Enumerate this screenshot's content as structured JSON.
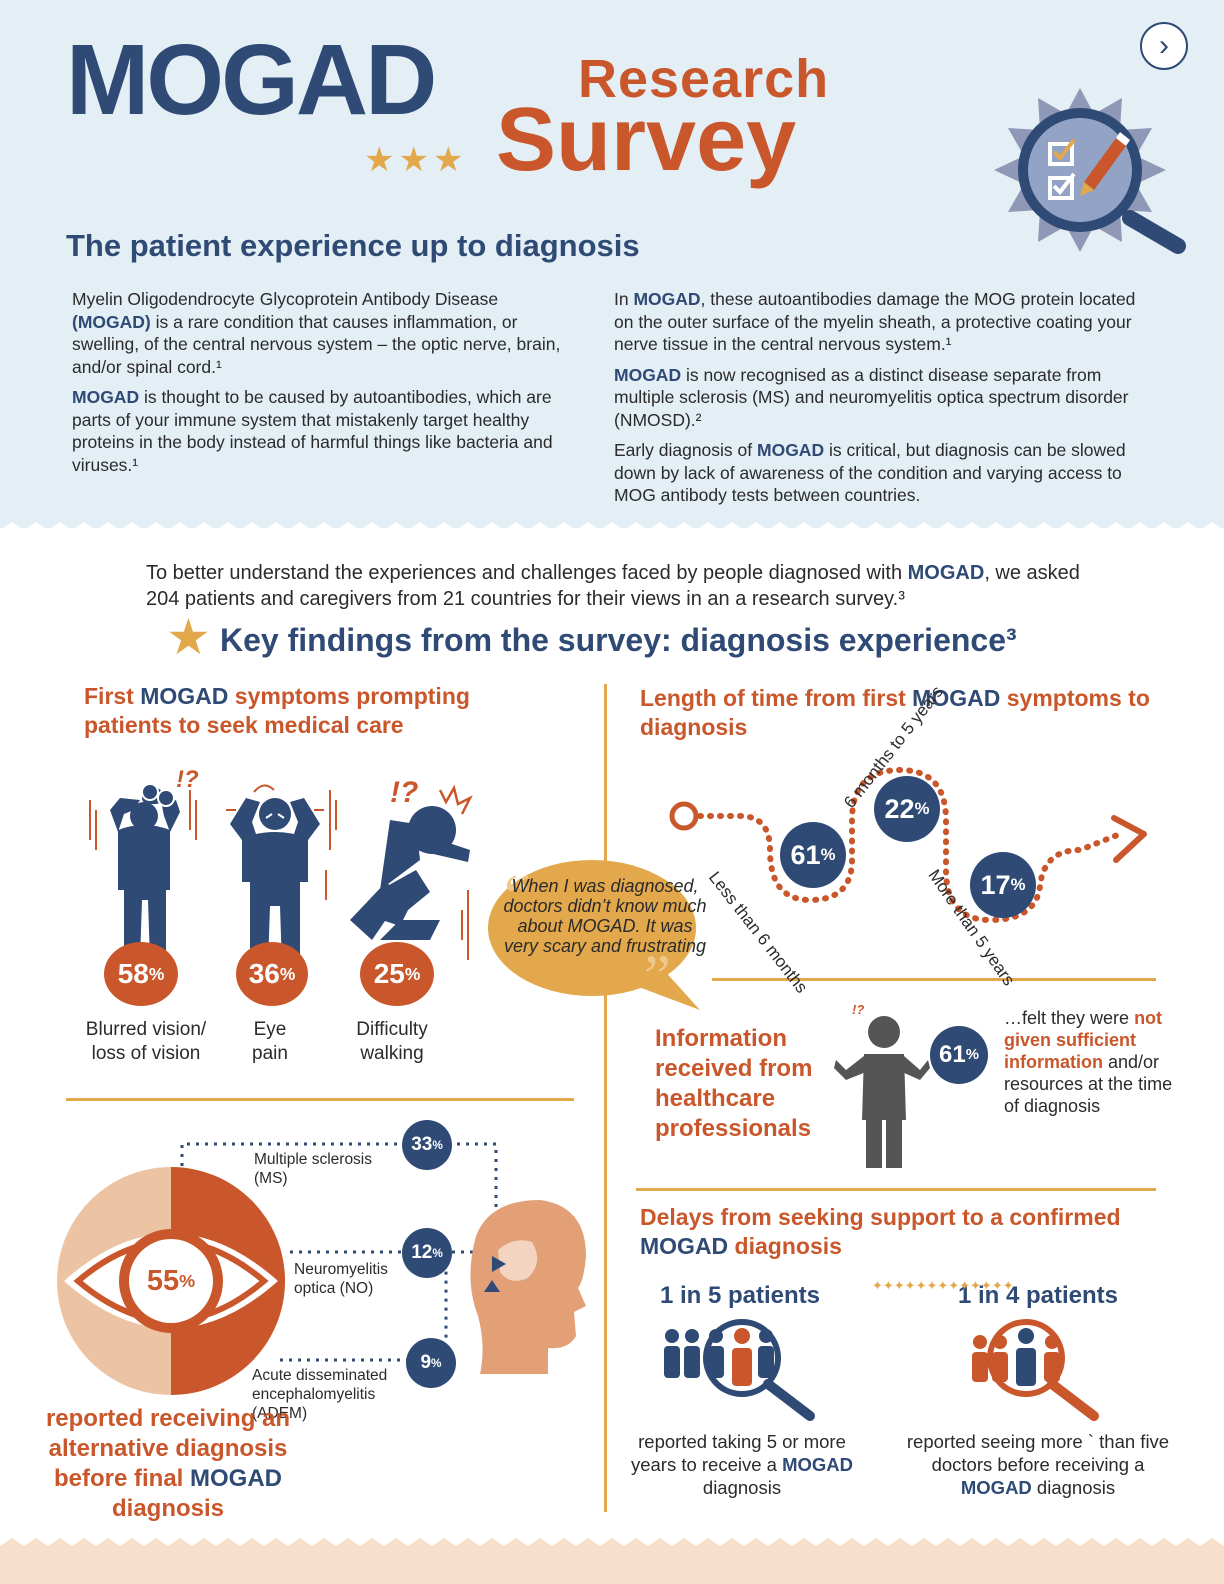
{
  "header": {
    "title_main": "MOGAD",
    "title_research": "Research",
    "title_survey": "Survey",
    "stars": "★★★",
    "next_arrow": "›",
    "subtitle": "The patient experience up to diagnosis"
  },
  "intro": {
    "left": {
      "p1_b": "(MOGAD)",
      "p1_pre": "Myelin Oligodendrocyte Glycoprotein Antibody Disease ",
      "p1_post": " is a rare condition that causes inflammation, or swelling, of the central nervous system – the optic nerve, brain, and/or spinal cord.¹",
      "p2_b": "MOGAD",
      "p2_post": " is thought to be caused by autoantibodies, which are parts of your immune system that mistakenly target healthy proteins in the body instead of harmful things like bacteria and viruses.¹"
    },
    "right": {
      "p1_pre": "In ",
      "p1_b": "MOGAD",
      "p1_post": ", these autoantibodies damage the MOG protein located  on the outer surface of the myelin sheath, a protective coating your nerve tissue in the central nervous system.¹",
      "p2_b": "MOGAD",
      "p2_post": " is now recognised as a distinct disease separate from multiple sclerosis (MS) and neuromyelitis optica spectrum disorder (NMOSD).²",
      "p3_pre": "Early diagnosis of ",
      "p3_b": "MOGAD",
      "p3_post": " is critical, but diagnosis can be slowed down by lack of awareness of the condition and varying access to MOG antibody tests between countries."
    }
  },
  "survey_lead": {
    "pre": "To better understand the experiences and challenges faced by people diagnosed with ",
    "b": "MOGAD",
    "post": ", we asked 204 patients and caregivers from 21 countries for their views in an a research survey.³"
  },
  "key_findings": {
    "star": "★",
    "title": "Key findings from the survey: diagnosis experience³"
  },
  "symptoms": {
    "heading_a": "First ",
    "heading_b": "MOGAD",
    "heading_c": " symptoms prompting patients to seek medical care",
    "items": [
      {
        "value": "58",
        "label_1": "Blurred vision/",
        "label_2": "loss of vision"
      },
      {
        "value": "36",
        "label_1": "Eye",
        "label_2": "pain"
      },
      {
        "value": "25",
        "label_1": "Difficulty",
        "label_2": "walking"
      }
    ],
    "exclaim": "!?"
  },
  "quote": {
    "text": "When I was diagnosed, doctors didn’t know much about MOGAD. It was very scary and frustrating"
  },
  "timeline": {
    "heading_a": "Length of time from first ",
    "heading_b": "MOGAD",
    "heading_c": " symptoms to diagnosis",
    "segments": [
      {
        "value": "61",
        "label": "Less than 6 months"
      },
      {
        "value": "22",
        "label": "6 months to 5 years"
      },
      {
        "value": "17",
        "label": "More than 5 years"
      }
    ]
  },
  "information": {
    "heading": "Information received from healthcare professionals",
    "value": "61",
    "text_pre": "…felt they were ",
    "text_b": "not given sufficient information",
    "text_post": " and/or resources at the time of diagnosis",
    "exclaim": "!?"
  },
  "alternative": {
    "value": "55",
    "text_a": "reported receiving an alternative diagnosis before final ",
    "text_b": "MOGAD",
    "text_c": " diagnosis",
    "diagnoses": [
      {
        "value": "33",
        "name": "Multiple sclerosis (MS)"
      },
      {
        "value": "12",
        "name": "Neuromyelitis optica (NO)"
      },
      {
        "value": "9",
        "name": "Acute disseminated encephalomyelitis (ADEM)"
      }
    ]
  },
  "delays": {
    "heading_a": "Delays from seeking support to a confirmed ",
    "heading_b": "MOGAD",
    "heading_c": " diagnosis",
    "left": {
      "ratio": "1 in 5 patients",
      "text_pre": "reported taking 5 or more years to receive a ",
      "text_b": "MOGAD",
      "text_post": " diagnosis"
    },
    "right": {
      "ratio": "1 in 4 patients",
      "text_pre": "reported seeing more ` than five doctors before receiving a ",
      "text_b": "MOGAD",
      "text_post": " diagnosis"
    },
    "separator": "✦✦✦✦✦✦✦✦✦✦✦✦✦"
  },
  "pct_symbol": "%",
  "colors": {
    "navy": "#2e4a75",
    "orange": "#c9572b",
    "gold": "#e2a84b",
    "light_blue": "#e3eef5",
    "peach": "#f6dfcb",
    "grey": "#555555"
  }
}
